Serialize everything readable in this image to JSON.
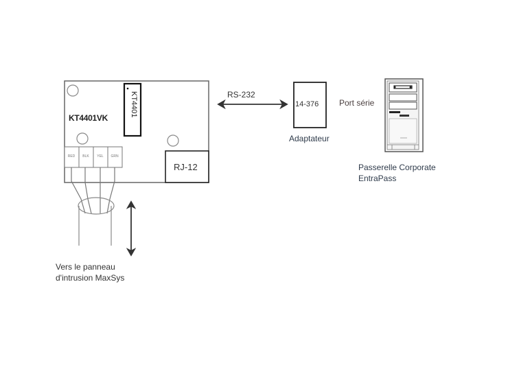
{
  "diagram": {
    "board": {
      "name": "KT4401VK",
      "chip_label": "KT4401",
      "terminals": [
        "RED",
        "BLK",
        "YEL",
        "GRN"
      ],
      "connector": "RJ-12"
    },
    "link": {
      "label": "RS-232"
    },
    "adapter": {
      "model": "14-376",
      "caption": "Adaptateur"
    },
    "gateway": {
      "port_label": "Port série",
      "caption_line1": "Passerelle Corporate",
      "caption_line2": "EntraPass"
    },
    "panel_note": {
      "line1": "Vers le panneau",
      "line2": "d'intrusion MaxSys"
    },
    "colors": {
      "line": "#555555",
      "dark": "#1a1a1a",
      "background": "#ffffff"
    }
  }
}
